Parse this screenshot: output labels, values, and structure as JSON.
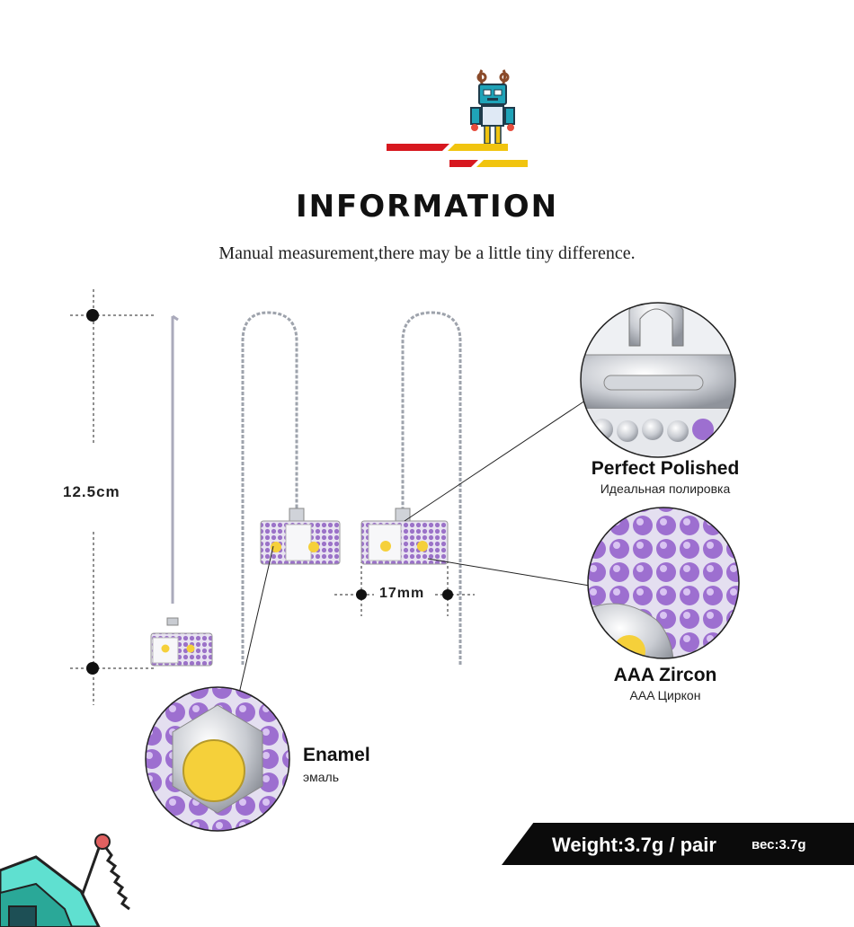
{
  "header": {
    "heading": "INFORMATION",
    "subtitle": "Manual measurement,there may be a little tiny difference.",
    "stripe_colors": [
      "#d7181f",
      "#f1c40f"
    ]
  },
  "dimensions": {
    "length": "12.5cm",
    "width": "17mm"
  },
  "features": {
    "polished": {
      "title": "Perfect  Polished",
      "subtitle": "Идеальная полировка"
    },
    "zircon": {
      "title": "AAA  Zircon",
      "subtitle": "AAA Циркон"
    },
    "enamel": {
      "title": "Enamel",
      "subtitle": "эмаль"
    }
  },
  "weight": {
    "label": "Weight:3.7g / pair",
    "ru_label": "вес:3.7g"
  },
  "colors": {
    "zircon": "#9b72c8",
    "enamel": "#f5d03a",
    "silver": "#c9ccd2"
  },
  "icons": [
    "robot-mascot-icon",
    "robot-corner-icon"
  ]
}
